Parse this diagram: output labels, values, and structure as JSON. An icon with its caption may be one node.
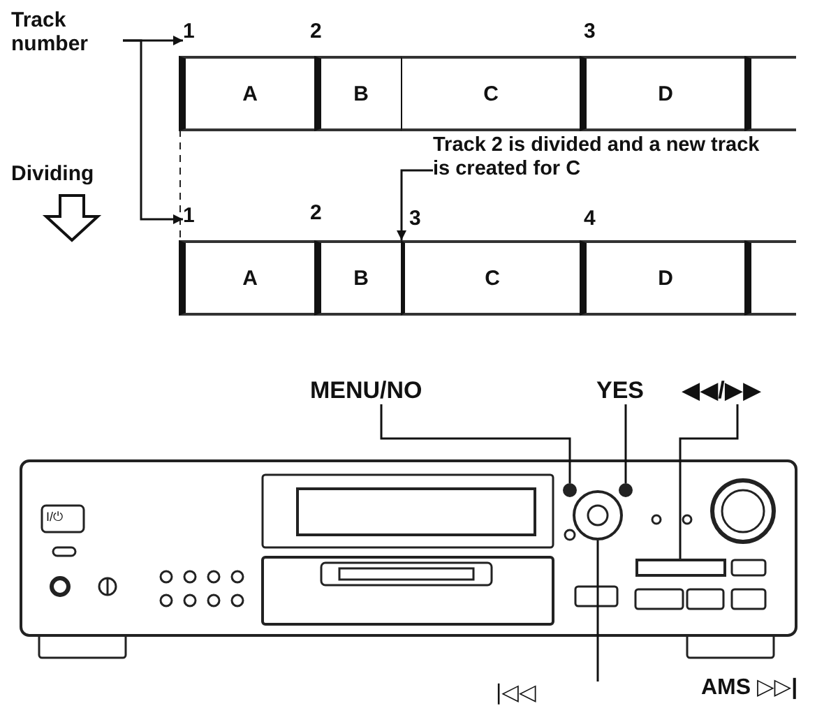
{
  "diagram": {
    "nodes": [
      {
        "text": [
          "Track number"
        ]
      },
      {
        "text": [
          "1"
        ]
      },
      {
        "text": [
          "A"
        ]
      },
      {
        "text": [
          "B"
        ]
      },
      {
        "text": [
          "C"
        ]
      },
      {
        "text": [
          "D"
        ]
      },
      {
        "text": [],
        "shape": "box"
      },
      {
        "text": [
          "Track 2 is divided and a new track is created for C"
        ]
      },
      {
        "text": [
          "1"
        ]
      },
      {
        "text": [
          "A"
        ]
      },
      {
        "text": [
          "B"
        ]
      },
      {
        "text": [
          "C"
        ]
      },
      {
        "text": [
          "D"
        ]
      },
      {
        "text": [],
        "shape": "box"
      },
      {
        "text": [
          "MENU/NO"
        ]
      },
      {
        "text": [
          "YES"
        ]
      },
      {
        "text": [
          "◀◀/▶▶"
        ]
      },
      {
        "text": [],
        "shape": "circle"
      },
      {
        "text": [],
        "shape": "circle"
      },
      {
        "text": [],
        "shape": "circle"
      },
      {
        "text": [],
        "shape": "box"
      },
      {
        "text": [
          "|◁◁"
        ]
      }
    ],
    "edges": [
      {
        "from": 0,
        "to": 1,
        "arrow": "to"
      },
      {
        "from": 0,
        "to": 8,
        "arrow": "to"
      },
      {
        "from": 7,
        "to": 11,
        "arrow": "to"
      },
      {
        "from": 14,
        "to": 17,
        "arrow": "none"
      },
      {
        "from": 15,
        "to": 19,
        "arrow": "none"
      },
      {
        "from": 16,
        "to": 20,
        "arrow": "none"
      },
      {
        "from": 21,
        "to": 18,
        "arrow": "none"
      }
    ],
    "labels": [
      "2",
      "3",
      "Dividing",
      "2",
      "3",
      "4",
      "I/⏻",
      "AMS ▷▷|"
    ]
  }
}
